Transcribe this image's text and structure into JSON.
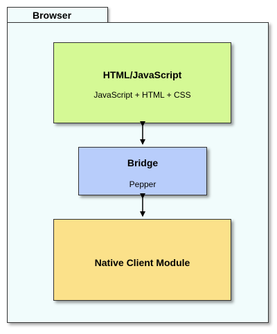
{
  "browser": {
    "label": "Browser"
  },
  "html_layer": {
    "title": "HTML/JavaScript",
    "subtitle": "JavaScript + HTML + CSS"
  },
  "bridge_layer": {
    "title": "Bridge",
    "subtitle": "Pepper"
  },
  "native_layer": {
    "title": "Native Client Module"
  },
  "colors": {
    "browser_fill": "#f1fcfc",
    "html_fill": "#d5f995",
    "bridge_fill": "#b8cdfb",
    "native_fill": "#fbe18a"
  }
}
